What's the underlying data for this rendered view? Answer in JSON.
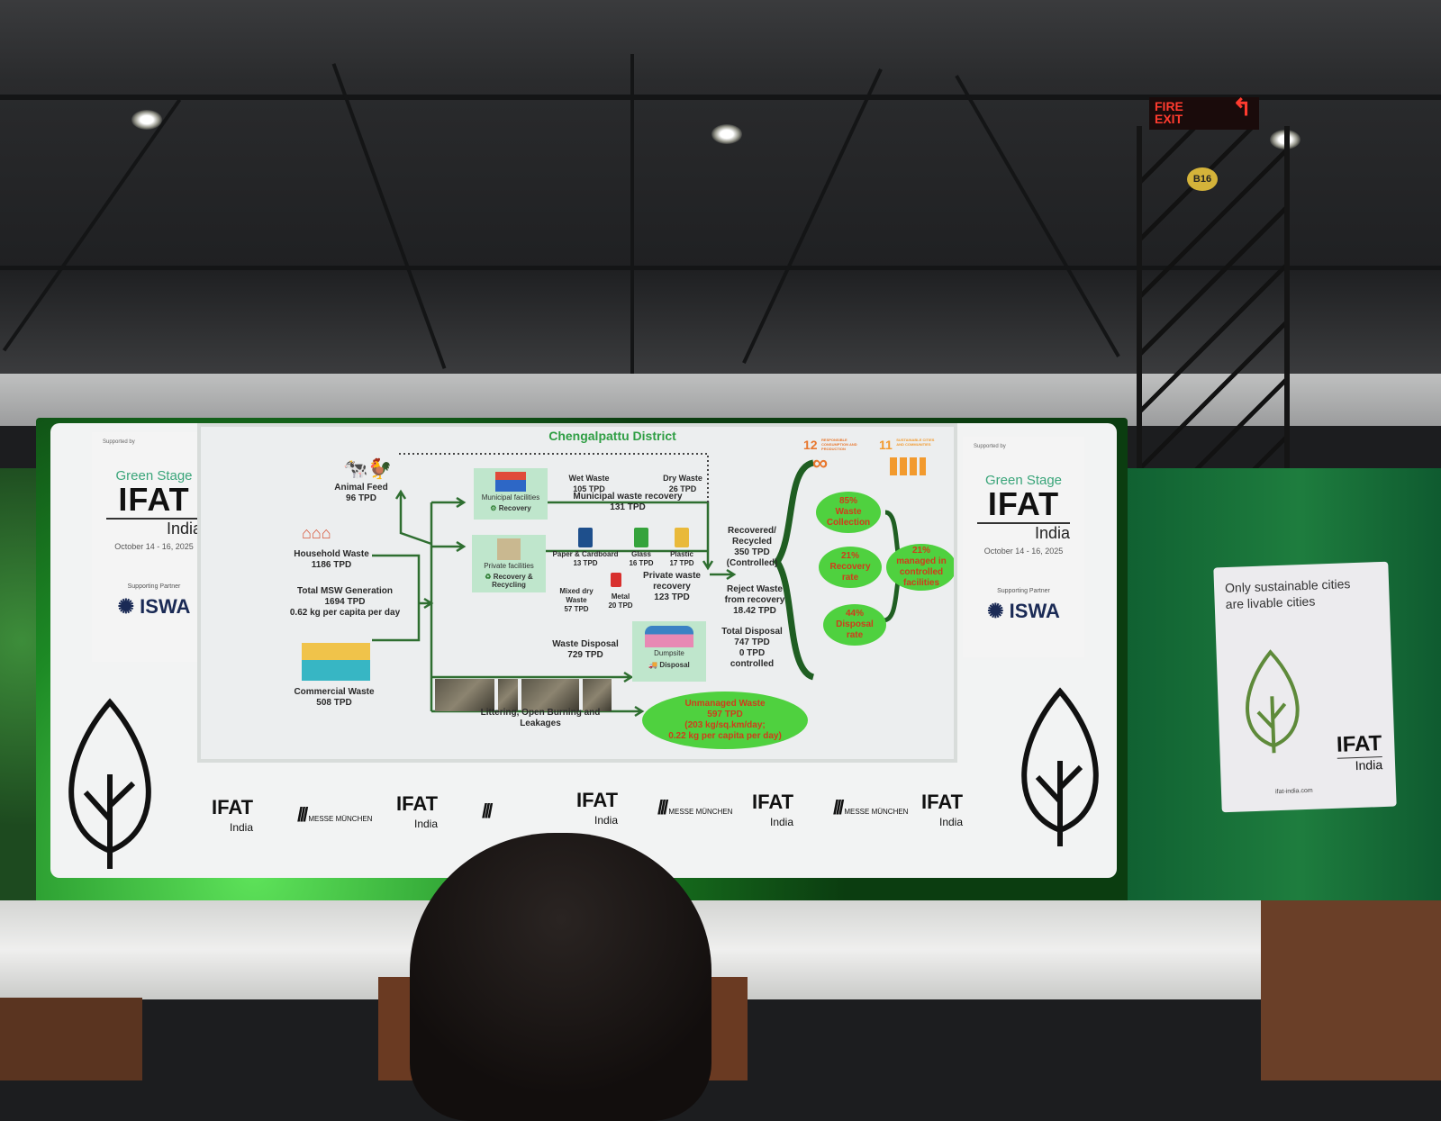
{
  "venue": {
    "fire_exit": "FIRE EXIT",
    "column_label": "B16"
  },
  "side_panel": {
    "supported_by": "Supported by",
    "stage": "Green Stage",
    "logo": "IFAT",
    "logo_sub": "India",
    "dates": "October 14 - 16, 2025",
    "supporting_partner": "Supporting Partner",
    "partner": "ISWA",
    "messe": "MESSE MÜNCHEN"
  },
  "slide": {
    "title": "Chengalpattu District",
    "sources": {
      "animal_feed": [
        "Animal Feed",
        "96 TPD"
      ],
      "household": [
        "Household Waste",
        "1186 TPD"
      ],
      "total": [
        "Total MSW Generation",
        "1694 TPD",
        "0.62 kg per capita per day"
      ],
      "commercial": [
        "Commercial Waste",
        "508 TPD"
      ]
    },
    "municipal_box": {
      "label": "Municipal facilities",
      "action": "Recovery"
    },
    "private_box": {
      "label": "Private facilities",
      "action": "Recovery & Recycling"
    },
    "dumpsite_box": {
      "label": "Dumpsite",
      "action": "Disposal"
    },
    "wet": [
      "Wet Waste",
      "105 TPD"
    ],
    "dry": [
      "Dry Waste",
      "26 TPD"
    ],
    "muni_recovery": [
      "Municipal waste recovery",
      "131 TPD"
    ],
    "paper": [
      "Paper & Cardboard",
      "13 TPD"
    ],
    "glass": [
      "Glass",
      "16 TPD"
    ],
    "plastic": [
      "Plastic",
      "17 TPD"
    ],
    "mixed": [
      "Mixed dry",
      "Waste",
      "57 TPD"
    ],
    "metal": [
      "Metal",
      "20 TPD"
    ],
    "private_recovery": [
      "Private waste",
      "recovery",
      "123 TPD"
    ],
    "recovered": [
      "Recovered/",
      "Recycled",
      "350 TPD",
      "(Controlled)"
    ],
    "reject": [
      "Reject Waste",
      "from recovery",
      "18.42 TPD"
    ],
    "total_disposal": [
      "Total Disposal",
      "747 TPD",
      "0 TPD",
      "controlled"
    ],
    "waste_disposal": [
      "Waste Disposal",
      "729 TPD"
    ],
    "littering": [
      "Littering, Open Burning and",
      "Leakages"
    ],
    "unmanaged": [
      "Unmanaged Waste",
      "597 TPD",
      "(203 kg/sq.km/day;",
      "0.22 kg per capita per day)"
    ],
    "collection": [
      "85%",
      "Waste",
      "Collection"
    ],
    "recovery_rate": [
      "21%",
      "Recovery",
      "rate"
    ],
    "disposal_rate": [
      "44%",
      "Disposal",
      "rate"
    ],
    "managed": [
      "21%",
      "managed in",
      "controlled",
      "facilities"
    ],
    "sdg12": {
      "num": "12",
      "text": "RESPONSIBLE CONSUMPTION AND PRODUCTION"
    },
    "sdg11": {
      "num": "11",
      "text": "SUSTAINABLE CITIES AND COMMUNITIES"
    }
  },
  "poster": {
    "text": "Only sustainable cities are livable cities",
    "logo": "IFAT",
    "logo_sub": "India",
    "url": "ifat-india.com"
  }
}
